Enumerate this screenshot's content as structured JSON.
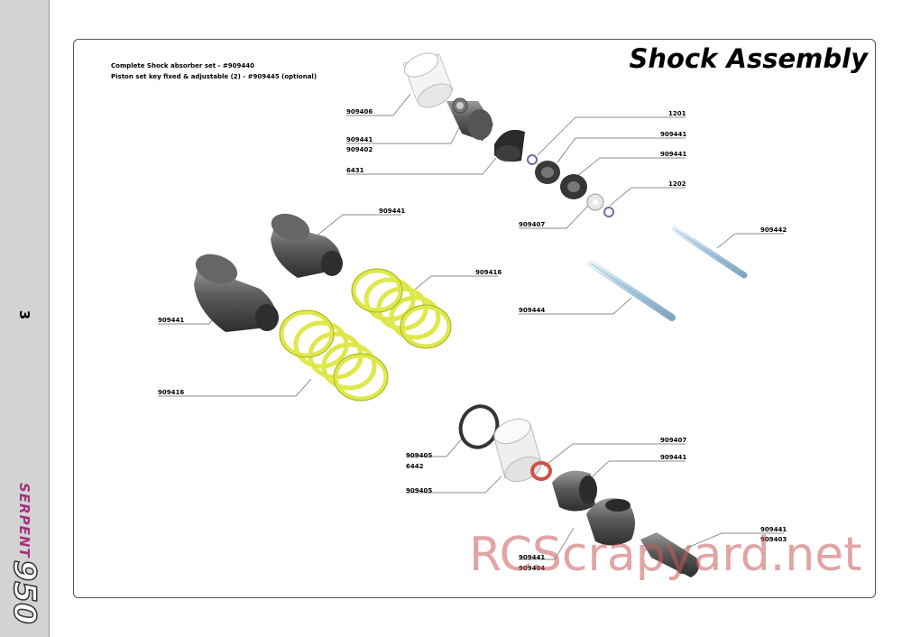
{
  "page": {
    "number": "3",
    "brand_word": "SERPENT",
    "brand_model": "950",
    "title": "Shock Assembly",
    "notes": [
      "Complete Shock absorber set - #909440",
      "Piston set key fixed & adjustable (2) - #909445 (optional)"
    ],
    "watermark": "RCScrapyard.net"
  },
  "labels": {
    "l909406": "909406",
    "l909441a": "909441",
    "l909402": "909402",
    "l6431": "6431",
    "l1201": "1201",
    "l909441b": "909441",
    "l909441c": "909441",
    "l1202": "1202",
    "l909407a": "909407",
    "l909441d": "909441",
    "l909416a": "909416",
    "l909441e": "909441",
    "l909416b": "909416",
    "l909442": "909442",
    "l909444": "909444",
    "l909405a": "909405",
    "l6442": "6442",
    "l909405b": "909405",
    "l909407b": "909407",
    "l909441f": "909441",
    "l909441g": "909441",
    "l909403": "909403",
    "l909441h": "909441",
    "l909404": "909404"
  }
}
